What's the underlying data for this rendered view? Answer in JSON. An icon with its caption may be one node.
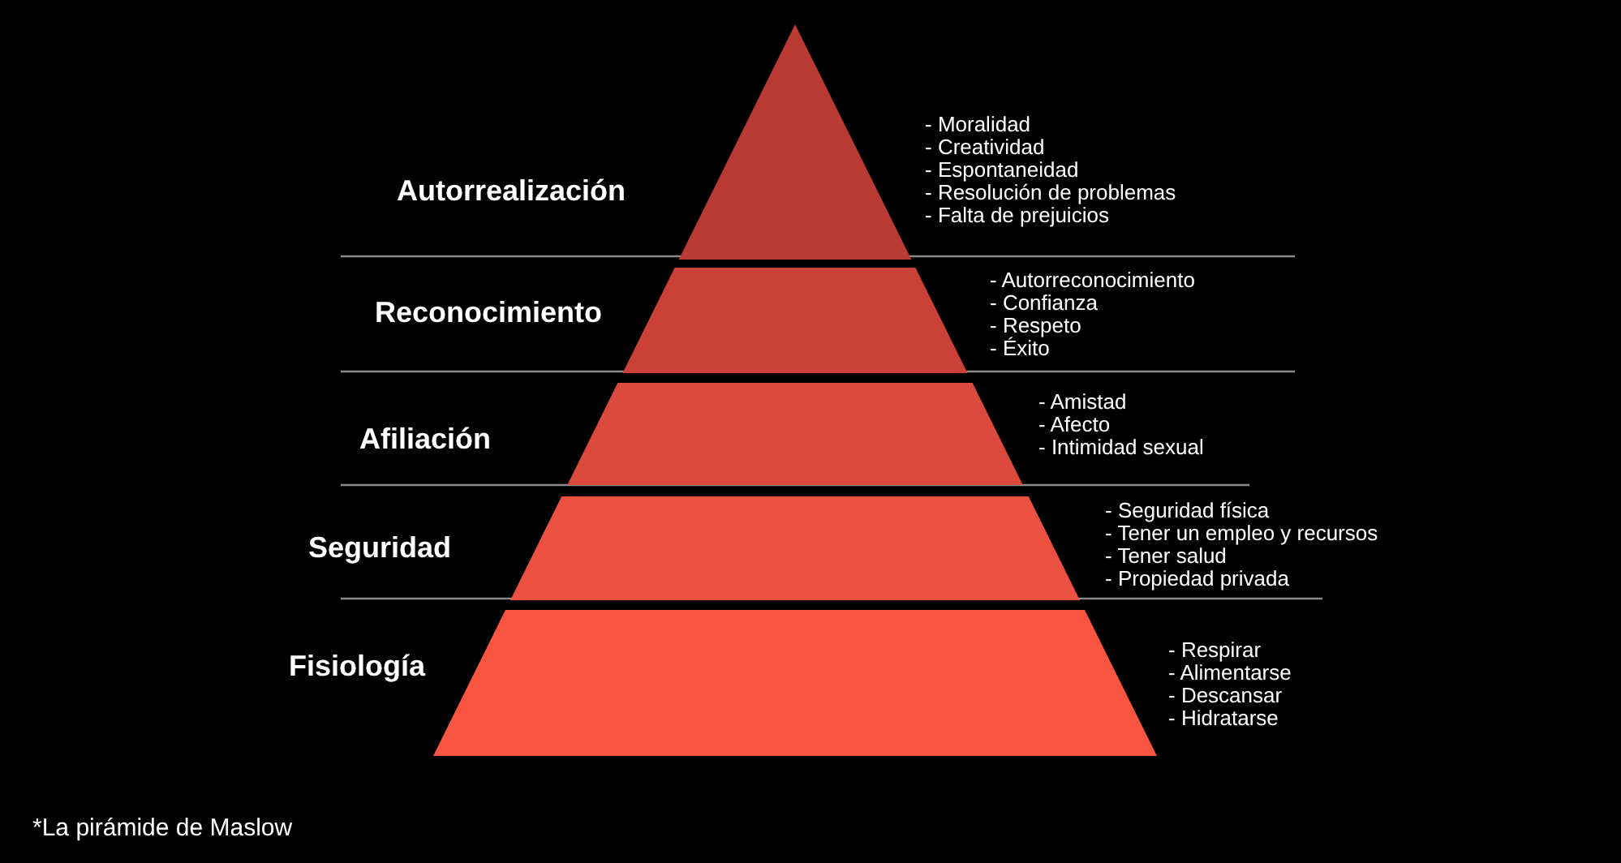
{
  "diagram": {
    "caption": "*La pirámide de Maslow",
    "nodes": [
      {
        "text": [
          "Autorrealización"
        ],
        "beside": [
          "- Moralidad",
          "- Creatividad",
          "- Espontaneidad",
          "- Resolución de problemas",
          "- Falta de prejuicios"
        ]
      },
      {
        "text": [
          "Reconocimiento"
        ],
        "beside": [
          "- Autorreconocimiento",
          "- Confianza",
          "- Respeto",
          "- Éxito"
        ]
      },
      {
        "text": [
          "Afiliación"
        ],
        "beside": [
          "- Amistad",
          "- Afecto",
          "- Intimidad sexual"
        ]
      },
      {
        "text": [
          "Seguridad"
        ],
        "beside": [
          "- Seguridad física",
          "- Tener un empleo y recursos",
          "- Tener salud",
          "- Propiedad privada"
        ]
      },
      {
        "text": [
          "Fisiología"
        ],
        "beside": [
          "- Respirar",
          "- Alimentarse",
          "- Descansar",
          "- Hidratarse"
        ]
      }
    ],
    "edges": []
  }
}
